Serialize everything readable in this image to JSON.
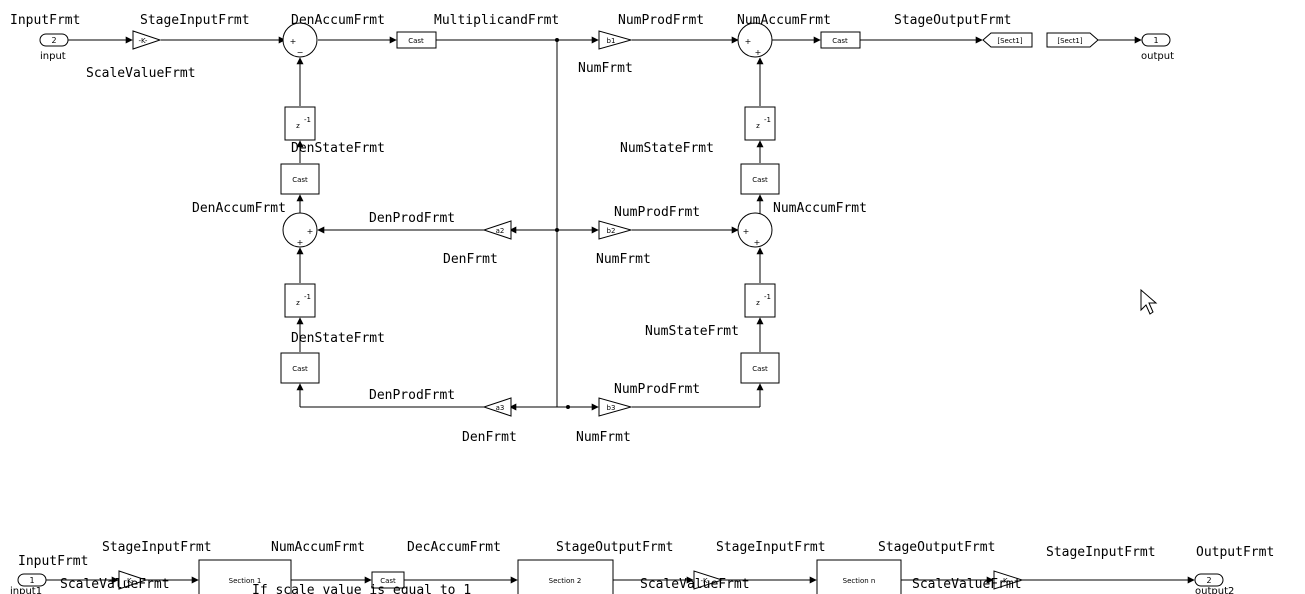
{
  "ports": {
    "input": {
      "number": "2",
      "name": "input"
    },
    "output": {
      "number": "1",
      "name": "output"
    },
    "input1": {
      "number": "1",
      "name": "input1"
    },
    "output2": {
      "number": "2",
      "name": "output2"
    }
  },
  "tags": {
    "goto": "[Sect1]",
    "from": "[Sect1]"
  },
  "blocks": {
    "gain": "-K-",
    "convert": "Cast",
    "delay": "z",
    "delay_exp": "-1",
    "sum_plus": "+",
    "sum_minus": "−",
    "b1": "b1",
    "b2": "b2",
    "b3": "b3",
    "a2": "a2",
    "a3": "a3",
    "section1": "Section 1",
    "section2": "Section 2",
    "sectionn": "Section n"
  },
  "labels": {
    "input_frmt": "InputFrmt",
    "stage_input_frmt": "StageInputFrmt",
    "den_accum_frmt": "DenAccumFrmt",
    "multiplicand_frmt": "MultiplicandFrmt",
    "num_prod_frmt": "NumProdFrmt",
    "num_accum_frmt": "NumAccumFrmt",
    "stage_output_frmt": "StageOutputFrmt",
    "scale_value_frmt": "ScaleValueFrmt",
    "num_frmt": "NumFrmt",
    "den_state_frmt": "DenStateFrmt",
    "num_state_frmt": "NumStateFrmt",
    "den_prod_frmt": "DenProdFrmt",
    "den_frmt": "DenFrmt",
    "dec_accum_frmt": "DecAccumFrmt",
    "output_frmt": "OutputFrmt",
    "note": "If scale value is equal to 1"
  }
}
